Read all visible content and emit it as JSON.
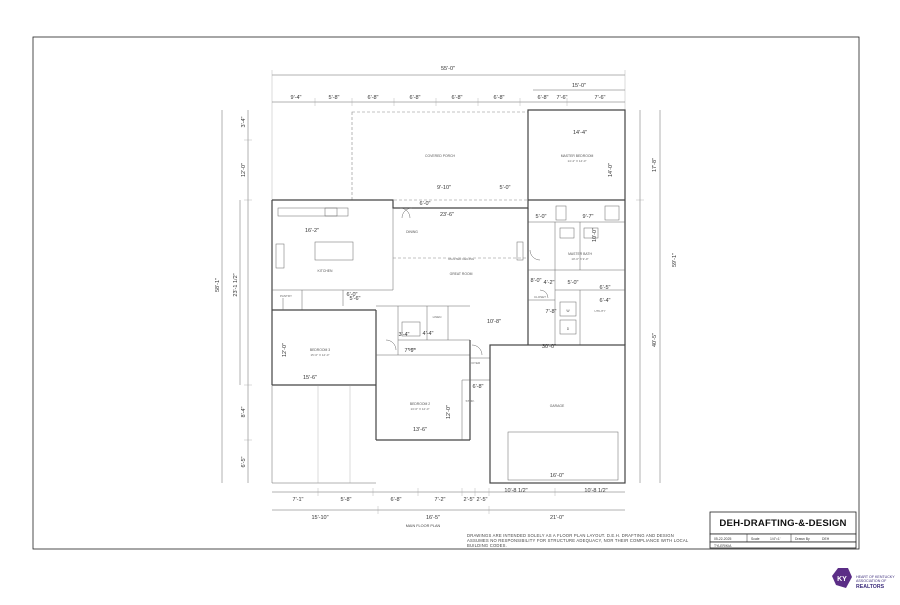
{
  "sheet": {
    "plan_title": "MAIN FLOOR PLAN",
    "title_block": {
      "firm": "DEH-DRAFTING-&-DESIGN",
      "disclaimer_lines": [
        "DRAWINGS ARE INTENDED SOLELY AS A FLOOR PLAN LAYOUT. D.E.H. DRAFTING AND DESIGN",
        "ASSUMES NO RESPONSIBILITY FOR STRUCTURE ADEQUACY, NOR THEIR COMPLIANCE WITH LOCAL",
        "BUILDING CODES."
      ],
      "date": "05-22-2025",
      "scale_label": "Scale",
      "scale_value": "1/4\"=1'",
      "drawn_label": "Drawn By",
      "drawn_value": "DEH",
      "project": "TYLER/KIA"
    }
  },
  "rooms": [
    {
      "id": "covered-porch",
      "name": "COVERED PORCH"
    },
    {
      "id": "master-bedroom",
      "name": "MASTER BEDROOM",
      "size": "14'-4\" X 14'-0\""
    },
    {
      "id": "dining",
      "name": "DINING"
    },
    {
      "id": "kitchen",
      "name": "KITCHEN"
    },
    {
      "id": "pantry",
      "name": "PANTRY"
    },
    {
      "id": "master-bath",
      "name": "MASTER BATH",
      "size": "10'-0\" X 9'-0\""
    },
    {
      "id": "great-room",
      "name": "GREAT ROOM"
    },
    {
      "id": "closet",
      "name": "CLOSET"
    },
    {
      "id": "utility",
      "name": "UTILITY"
    },
    {
      "id": "bedroom-3",
      "name": "BEDROOM 3",
      "size": "15'-6\" X 12'-0\""
    },
    {
      "id": "bedroom-2",
      "name": "BEDROOM 2",
      "size": "13'-6\" X 12'-0\""
    },
    {
      "id": "bath",
      "name": "BATH"
    },
    {
      "id": "linen",
      "name": "LINEN"
    },
    {
      "id": "garage",
      "name": "GARAGE"
    },
    {
      "id": "foyer",
      "name": "FOYER"
    },
    {
      "id": "storage",
      "name": "STOR."
    },
    {
      "id": "washer",
      "name": "W"
    },
    {
      "id": "dryer",
      "name": "D"
    },
    {
      "id": "vaulted",
      "name": "VAULTED CEILING"
    }
  ],
  "dimensions": {
    "top_overall": "55'-0\"",
    "top_segment_right": "15'-0\"",
    "top_row": [
      "9'-4\"",
      "5'-8\"",
      "6'-8\"",
      "6'-8\"",
      "6'-8\"",
      "6'-8\"",
      "6'-8\"",
      "7'-6\"",
      "7'-6\""
    ],
    "left_outer": "58'-1\"",
    "left_inner": "23'-1 1/2\"",
    "left_row": [
      "3'-4\"",
      "12'-0\"",
      "8'-4\"",
      "6'-5\""
    ],
    "right_outer": "59'-1\"",
    "right_row": [
      "17'-8\"",
      "40'-5\""
    ],
    "bottom_row": [
      "7'-1\"",
      "5'-8\"",
      "6'-8\"",
      "7'-2\"",
      "2'-5\"",
      "2'-5\"",
      "10'-8 1/2\"",
      "10'-8 1/2\""
    ],
    "bottom_row2": [
      "15'-10\"",
      "16'-5\"",
      "21'-0\""
    ],
    "interior": [
      "9'-10\"",
      "5'-0\"",
      "6'-0\"",
      "23'-6\"",
      "16'-2\"",
      "10'-8\"",
      "30'-0\"",
      "15'-6\"",
      "13'-6\"",
      "16'-0\"",
      "10'-8 1/2\"",
      "14'-4\"",
      "14'-0\"",
      "10'-0\"",
      "5'-0\"",
      "9'-7\"",
      "6'-5\"",
      "6'-4\"",
      "7'-8\"",
      "4'-2\"",
      "5'-0\"",
      "12'-0\"",
      "12'-0\"",
      "5'-6\"",
      "6'-0\"",
      "3'-4\"",
      "4'-4\"",
      "6'-8\"",
      "8'-0\"",
      "7'-9\""
    ]
  },
  "badge": {
    "logo_letters": "KY",
    "line1": "HEART OF KENTUCKY",
    "line2": "ASSOCIATION OF",
    "line3": "REALTORS"
  }
}
